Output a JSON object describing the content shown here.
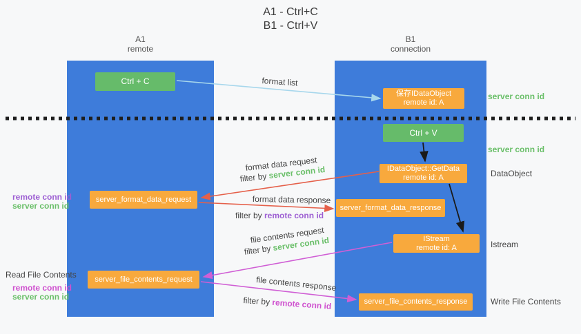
{
  "title": {
    "line1": "A1 - Ctrl+C",
    "line2": "B1 - Ctrl+V"
  },
  "lanes": {
    "left": {
      "name": "A1",
      "sub": "remote"
    },
    "right": {
      "name": "B1",
      "sub": "connection"
    }
  },
  "nodes": {
    "ctrl_c": "Ctrl + C",
    "ctrl_v": "Ctrl + V",
    "save_dataobject_l1": "保存IDataObject",
    "save_dataobject_l2": "remote id: A",
    "getdata_l1": "IDataObject::GetData",
    "getdata_l2": "remote id: A",
    "istream_l1": "IStream",
    "istream_l2": "remote id: A",
    "format_request": "server_format_data_request",
    "format_response": "server_format_data_response",
    "file_request": "server_file_contents_request",
    "file_response": "server_file_contents_response"
  },
  "arrow_labels": {
    "format_list": "format list",
    "format_data_request": "format data request",
    "format_data_response": "format data response",
    "file_contents_request": "file contents request",
    "file_contents_response": "file contents response",
    "filter_by": "filter by ",
    "server_conn_id": "server conn id",
    "remote_conn_id": "remote conn id"
  },
  "side_labels": {
    "server_conn_id": "server conn id",
    "remote_conn_id": "remote conn id",
    "dataobject": "DataObject",
    "istream": "Istream",
    "read_file_contents": "Read File Contents",
    "write_file_contents": "Write File Contents"
  },
  "colors": {
    "lane_blue": "#3e7cda",
    "node_green": "#66bb6a",
    "node_orange": "#f8a93d",
    "arrow_blue": "#a7d7ec",
    "arrow_red": "#e5604a",
    "arrow_magenta": "#d05fd5",
    "arrow_black": "#1a1a1a",
    "text_green": "#6abf69",
    "text_purple": "#9d5fd3",
    "text_magenta": "#cf52cf"
  }
}
